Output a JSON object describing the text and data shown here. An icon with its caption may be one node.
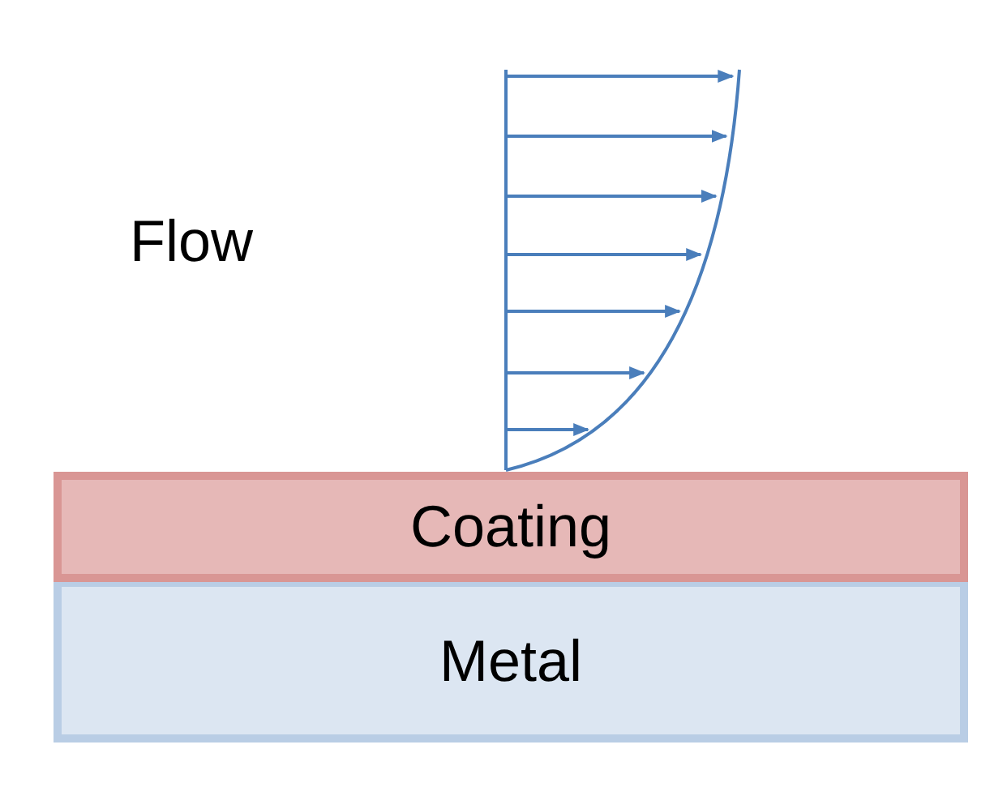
{
  "diagram": {
    "nodes": [
      {
        "text": [
          "Coating"
        ]
      },
      {
        "text": [
          "Metal"
        ]
      }
    ],
    "labels": [
      "Flow"
    ]
  }
}
